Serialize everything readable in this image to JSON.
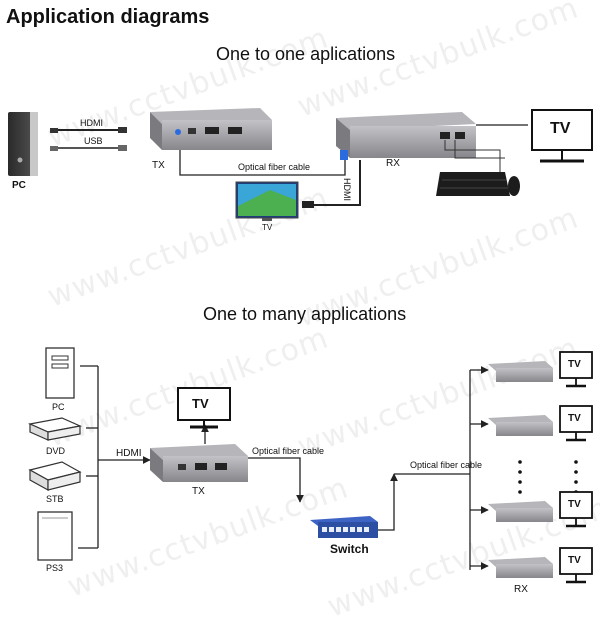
{
  "title": "Application diagrams",
  "watermark": "www.cctvbulk.com",
  "one_to_one": {
    "heading": "One to one aplications",
    "pc_label": "PC",
    "hdmi_label": "HDMI",
    "usb_label": "USB",
    "tx_label": "TX",
    "rx_label": "RX",
    "fiber_label": "Optical fiber cable",
    "hdmi_vertical_label": "HDMI",
    "local_tv_label": "TV",
    "remote_tv_label": "TV"
  },
  "one_to_many": {
    "heading": "One to many applications",
    "sources": [
      {
        "label": "PC"
      },
      {
        "label": "DVD"
      },
      {
        "label": "STB"
      },
      {
        "label": "PS3"
      }
    ],
    "hdmi_label": "HDMI",
    "tv_label": "TV",
    "tx_label": "TX",
    "fiber_label_left": "Optical fiber cable",
    "fiber_label_right": "Optical fiber cable",
    "switch_label": "Switch",
    "rx_label": "RX",
    "receivers": [
      {
        "tv_label": "TV"
      },
      {
        "tv_label": "TV"
      },
      {
        "tv_label": "TV"
      },
      {
        "tv_label": "TV"
      }
    ]
  },
  "colors": {
    "device_body": "#8f8f93",
    "device_top": "#b3b3b8",
    "line": "#222222",
    "switch_blue": "#2c4fa3"
  }
}
